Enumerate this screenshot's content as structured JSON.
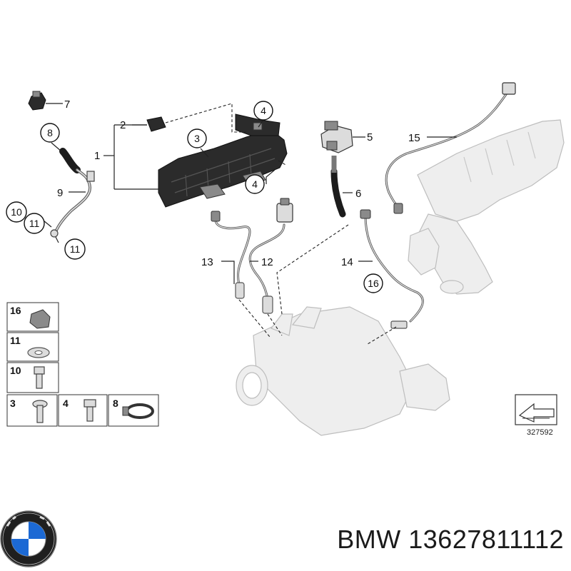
{
  "callouts": {
    "c1": "1",
    "c2": "2",
    "c3": "3",
    "c4a": "4",
    "c4b": "4",
    "c5": "5",
    "c6": "6",
    "c7": "7",
    "c8": "8",
    "c9": "9",
    "c10": "10",
    "c11a": "11",
    "c11b": "11",
    "c12": "12",
    "c13": "13",
    "c14": "14",
    "c15": "15",
    "c16": "16"
  },
  "legend": {
    "r16": "16",
    "r11": "11",
    "r10": "10",
    "r3": "3",
    "r4": "4",
    "r8": "8"
  },
  "reference_number": "327592",
  "footer": {
    "brand": "BMW",
    "part_number": "13627811112"
  },
  "colors": {
    "line": "#222222",
    "part": "#2b2b2b",
    "faint": "#dcdcdc",
    "logo_blue": "#1c69d4"
  }
}
